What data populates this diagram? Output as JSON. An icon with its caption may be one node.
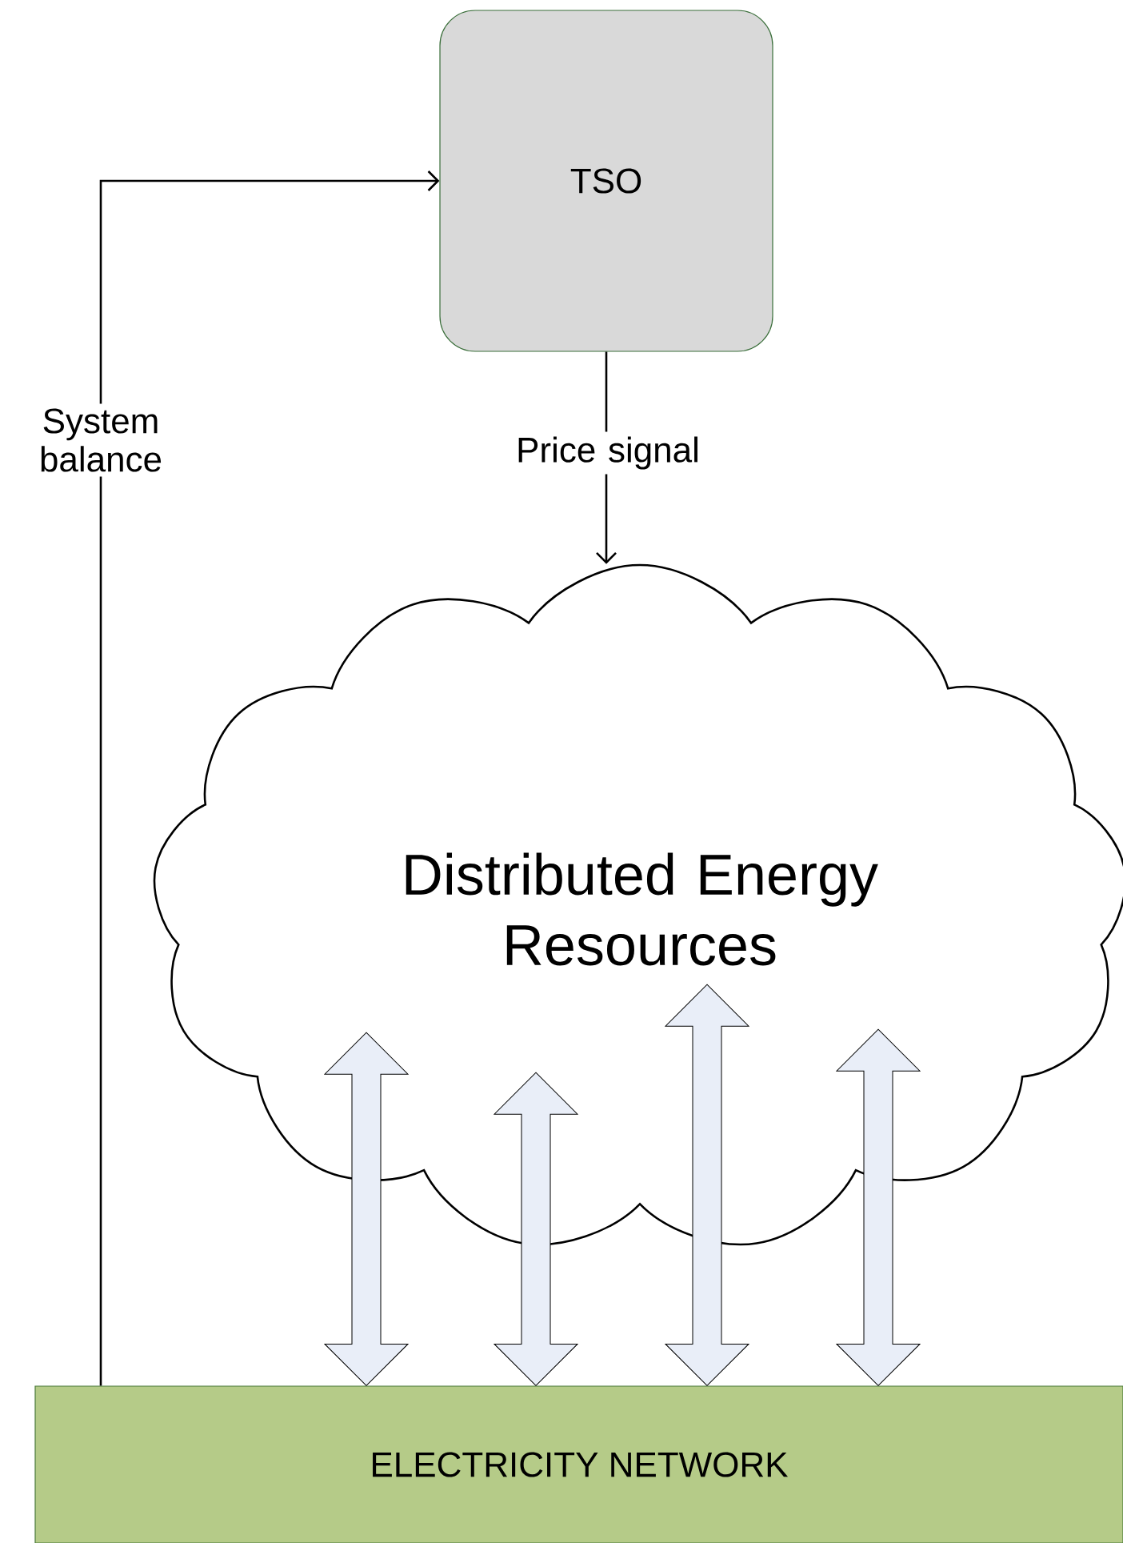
{
  "diagram": {
    "nodes": [
      {
        "text": [
          "TSO"
        ]
      },
      {
        "text": [
          "Distributed Energy Resources"
        ]
      },
      {
        "text": [
          "ELECTRICITY NETWORK"
        ]
      }
    ],
    "edges": [
      {
        "from": 2,
        "to": 0,
        "arrow": "to",
        "label": "System balance"
      },
      {
        "from": 0,
        "to": 1,
        "arrow": "to",
        "label": "Price signal"
      },
      {
        "from": 1,
        "to": 2,
        "arrow": "both",
        "style": "thick"
      },
      {
        "from": 1,
        "to": 2,
        "arrow": "both",
        "style": "thick"
      },
      {
        "from": 1,
        "to": 2,
        "arrow": "both",
        "style": "thick"
      },
      {
        "from": 1,
        "to": 2,
        "arrow": "both",
        "style": "thick"
      }
    ]
  }
}
